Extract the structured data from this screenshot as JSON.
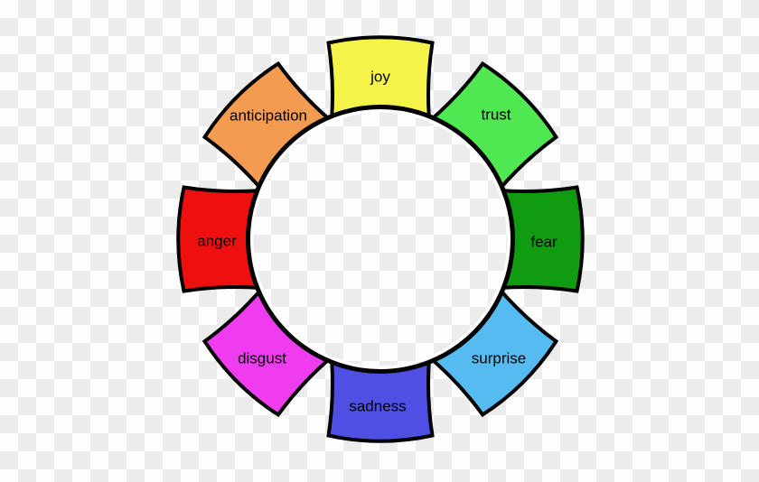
{
  "canvas": {
    "checker_light": "#FEFEFE",
    "checker_dark": "#ECECEC",
    "outline": "#000000",
    "halo": "#FFFFFF"
  },
  "petals": [
    {
      "id": "joy",
      "label": "joy",
      "color": "#F5F347"
    },
    {
      "id": "trust",
      "label": "trust",
      "color": "#50E850"
    },
    {
      "id": "fear",
      "label": "fear",
      "color": "#119B11"
    },
    {
      "id": "surprise",
      "label": "surprise",
      "color": "#55BBF0"
    },
    {
      "id": "sadness",
      "label": "sadness",
      "color": "#4F4FE4"
    },
    {
      "id": "disgust",
      "label": "disgust",
      "color": "#EE3CEE"
    },
    {
      "id": "anger",
      "label": "anger",
      "color": "#EE0F0F"
    },
    {
      "id": "anticipation",
      "label": "anticipation",
      "color": "#F49B52"
    }
  ]
}
